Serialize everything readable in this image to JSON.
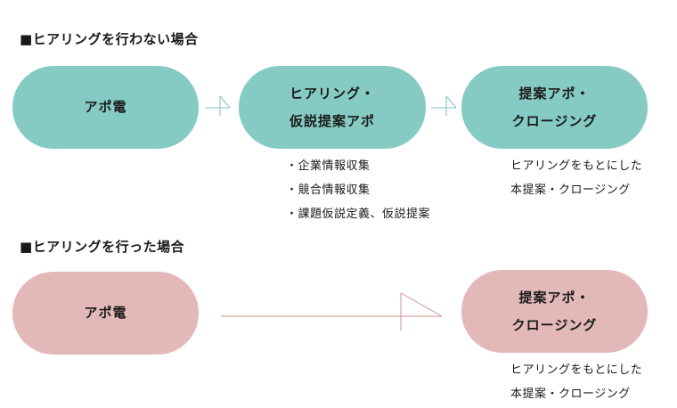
{
  "section_without": {
    "heading": "■ヒアリングを行わない場合",
    "steps": [
      {
        "lines": [
          "アポ電"
        ]
      },
      {
        "lines": [
          "ヒアリング・",
          "仮説提案アポ"
        ]
      },
      {
        "lines": [
          "提案アポ・",
          "クロージング"
        ]
      }
    ],
    "notes_middle": [
      "・企業情報収集",
      "・競合情報収集",
      "・課題仮説定義、仮説提案"
    ],
    "notes_right": [
      "ヒアリングをもとにした",
      "本提案・クロージング"
    ]
  },
  "section_with": {
    "heading": "■ヒアリングを行った場合",
    "steps": [
      {
        "lines": [
          "アポ電"
        ]
      },
      {
        "lines": [
          "提案アポ・",
          "クロージング"
        ]
      }
    ],
    "notes_right": [
      "ヒアリングをもとにした",
      "本提案・クロージング"
    ]
  },
  "colors": {
    "teal": "#85cbc3",
    "pink": "#e3b8b9",
    "teal_arrow": "#7cc4bd",
    "pink_arrow": "#d38f92"
  }
}
